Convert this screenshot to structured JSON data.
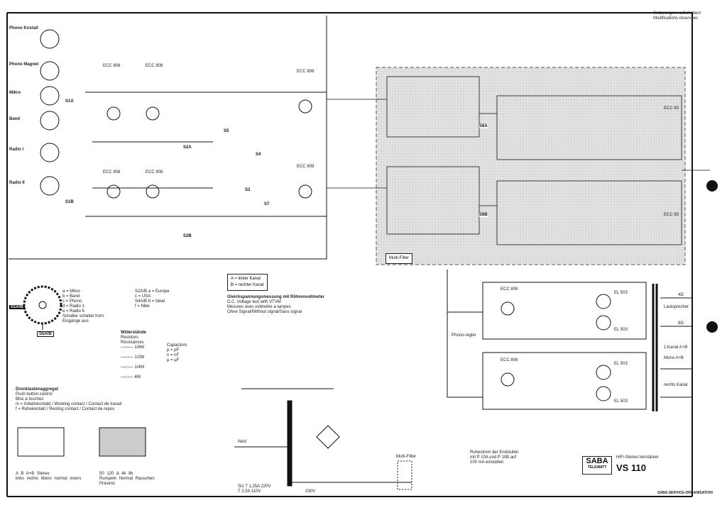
{
  "header_note": [
    "Änderungen vorbehalten/",
    "Modifications réservées"
  ],
  "inputs": [
    "Phono Kristall",
    "Phono Magnet",
    "Mikro",
    "Band",
    "Radio I",
    "Radio II"
  ],
  "tubes": [
    "ECC 808",
    "ECC 808",
    "ECC 808",
    "ECC 808",
    "ECC 808",
    "ECC 808",
    "ECC 83",
    "ECC 83",
    "ECC 808",
    "ECC 808",
    "EL 503",
    "EL 503",
    "EL 503",
    "EL 503"
  ],
  "switch_labels": [
    "S1A",
    "S1B",
    "S2A",
    "S2B",
    "S3",
    "S4",
    "S5",
    "S7",
    "S8A",
    "S8B"
  ],
  "multi_filter_label": "Multi-Filter",
  "channel_box": [
    "A = linker Kanal",
    "B = rechter Kanal"
  ],
  "measurement_note": {
    "title": "Gleichspannungsmessung mit Röhrenvoltmeter",
    "lines": [
      "D.C. Voltage test with VTVM",
      "Mesures avec voltmètre à lampes",
      "Ohne Signal/Without signal/Sans signal"
    ]
  },
  "selector_legend": {
    "items": [
      "a = Mikro",
      "b = Band",
      "c = Phono",
      "d = Radio 1",
      "e = Radio II"
    ],
    "note": [
      "Schalter schaltet from",
      "Eingänge aus"
    ],
    "labels": [
      "S1A/B",
      "S5A/B"
    ]
  },
  "switch_legend": [
    "S2A/B",
    "S4A/B",
    "a = Europa",
    "c = USA",
    "b = Ideal",
    "f = Nibe"
  ],
  "resistor_legend": {
    "title": "Widerstände",
    "sub": [
      "Resistors",
      "Résistances"
    ],
    "items": [
      "1/8W",
      "1/2W",
      "1/4W",
      "4W"
    ],
    "capacitors": [
      "Capacitors",
      "p = pF",
      "n = nF",
      "µ = µF"
    ]
  },
  "pushbutton": {
    "title": "Drucktastenaggregat",
    "sub": [
      "Push button control",
      "Bloc à touches"
    ],
    "notes": [
      "m = Arbeitskontakt / Working contact / Contact de travail",
      "f = Ruhekontakt / Resting contact / Contact de repos"
    ],
    "left_keys": [
      "A",
      "B",
      "A+B",
      "Stereo"
    ],
    "left_caption": [
      "links",
      "rechts",
      "Mono",
      "normal",
      "invers"
    ],
    "right_keys": [
      "50",
      "120",
      "Δ",
      "4k",
      "8k"
    ],
    "right_caption": [
      "Rumpeln",
      "Normal",
      "Rauschen",
      "Präsenz"
    ]
  },
  "power_amp_labels": [
    "Lautsprecher",
    "4Ω",
    "8Ω",
    "1.Kanal A+B",
    "Mono A+B",
    "rechts Kanal",
    "Phono-regler"
  ],
  "power_supply": [
    "Si1 T 1,25A 220V",
    "T 2,5A 110V",
    "Netz",
    "230V",
    "Multi-Filter"
  ],
  "bias_note": [
    "Ruhestrom der Endstufen",
    "mit P 10A und P 10B auf",
    "100 mA einstellen"
  ],
  "title_block": {
    "brand": "SABA",
    "brand_sub": "TELEWATT",
    "subtitle": "HiFi-Stereo-Verstärker",
    "model": "VS 110",
    "footer": "SABA-SERVICE-ORGANISATION"
  }
}
